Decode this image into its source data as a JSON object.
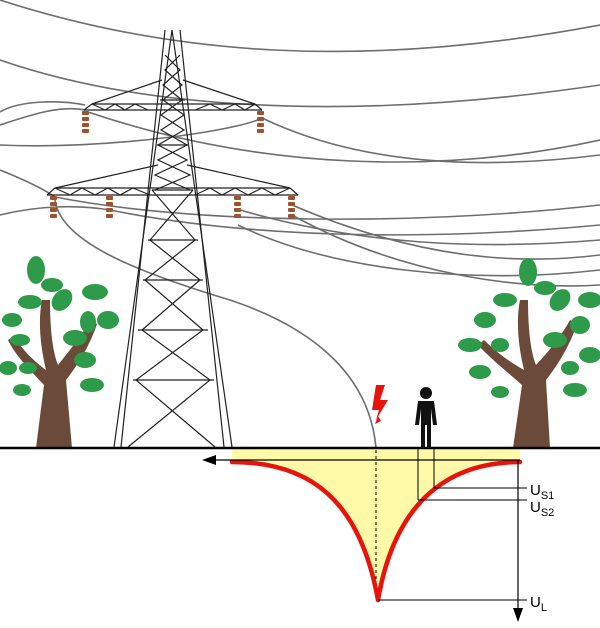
{
  "diagram": {
    "labels": {
      "us1": {
        "main": "U",
        "sub": "S1"
      },
      "us2": {
        "main": "U",
        "sub": "S2"
      },
      "ul": {
        "main": "U",
        "sub": "L"
      }
    },
    "colors": {
      "wire": "#6e6e6e",
      "tower": "#222222",
      "insulator": "#a0522d",
      "ground": "#000000",
      "potential_curve": "#e8130c",
      "potential_fill": "#fffaa8",
      "lightning": "#e8130c",
      "tree_trunk": "#6b4a3a",
      "tree_leaf": "#2e9b4a",
      "person": "#111111"
    }
  }
}
